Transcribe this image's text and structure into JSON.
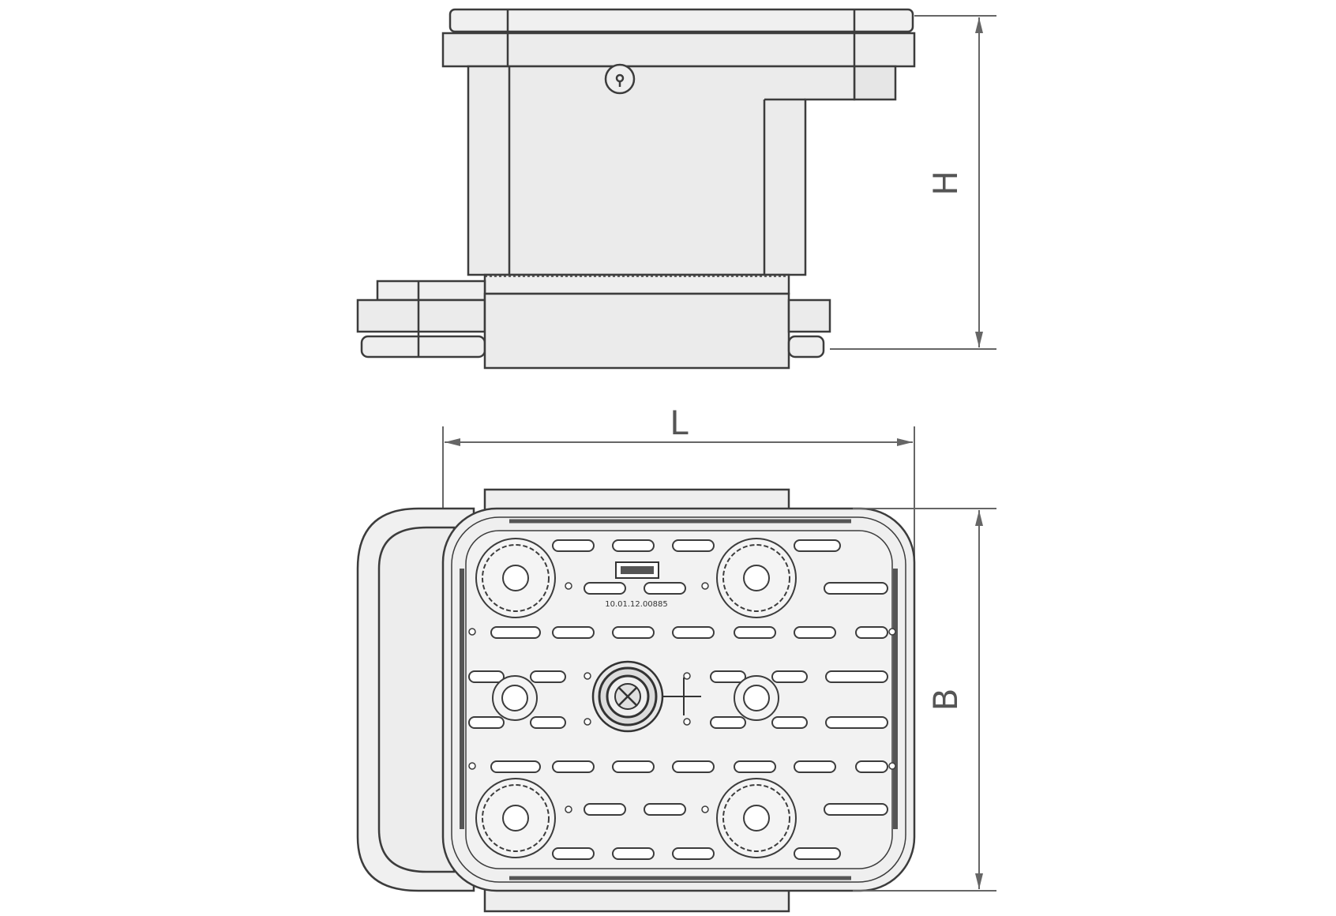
{
  "dimensions": {
    "height_label": "H",
    "length_label": "L",
    "width_label": "B"
  },
  "markings": {
    "logo_text": "",
    "part_number": "10.01.12.00885"
  },
  "colors": {
    "line": "#3c3c3c",
    "fill_light": "#f0f0f0",
    "fill_mid": "#e6e6e6",
    "slot_fill": "#ffffff",
    "dim_line": "#666666"
  }
}
